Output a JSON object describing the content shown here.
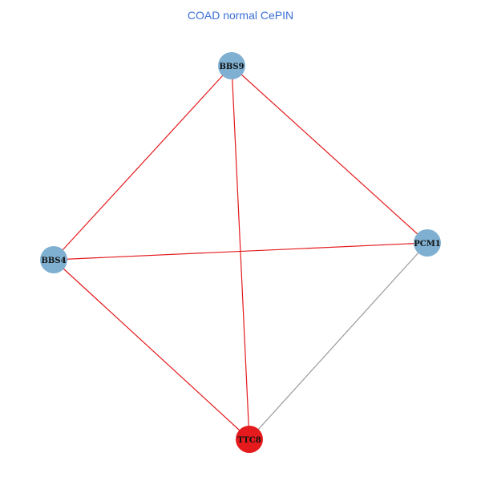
{
  "title": "COAD normal CePIN",
  "colors": {
    "title": "#3b6fd6",
    "node_default": "#7fb0d1",
    "node_highlight": "#e41a1c",
    "edge_red": "#e41a1c",
    "edge_gray": "#999999"
  },
  "graph": {
    "nodes": [
      {
        "id": "BBS9",
        "label": "BBS9",
        "highlight": false
      },
      {
        "id": "PCM1",
        "label": "PCM1",
        "highlight": false
      },
      {
        "id": "BBS4",
        "label": "BBS4",
        "highlight": false
      },
      {
        "id": "TTC8",
        "label": "TTC8",
        "highlight": true
      }
    ],
    "edges": [
      {
        "source": "BBS9",
        "target": "BBS4",
        "color": "red"
      },
      {
        "source": "BBS9",
        "target": "TTC8",
        "color": "red"
      },
      {
        "source": "BBS9",
        "target": "PCM1",
        "color": "red"
      },
      {
        "source": "BBS4",
        "target": "PCM1",
        "color": "red"
      },
      {
        "source": "BBS4",
        "target": "TTC8",
        "color": "red"
      },
      {
        "source": "PCM1",
        "target": "TTC8",
        "color": "gray"
      }
    ]
  }
}
